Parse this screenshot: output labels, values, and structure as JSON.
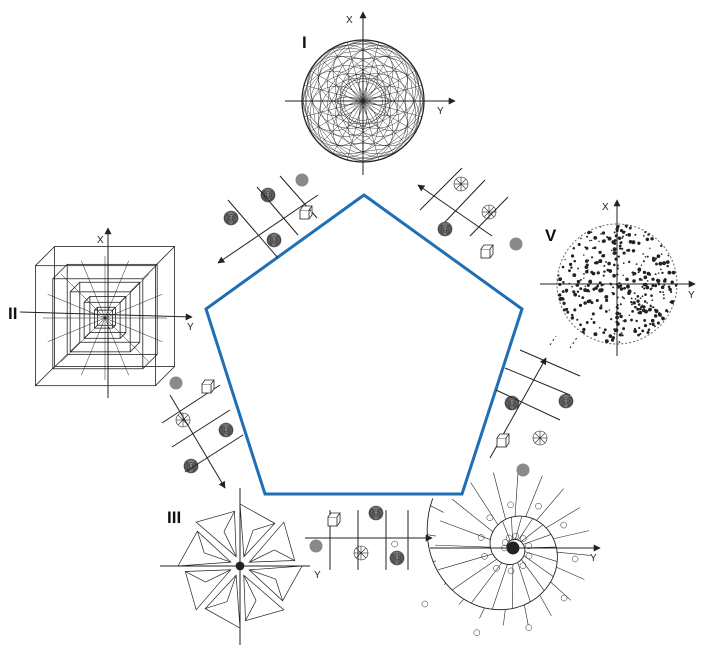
{
  "stages": {
    "I": {
      "label": "I",
      "x_axis": "X",
      "y_axis": "Y"
    },
    "II": {
      "label": "II",
      "x_axis": "X",
      "y_axis": "Y"
    },
    "III": {
      "label": "III",
      "y_axis": "Y"
    },
    "IV": {
      "y_axis": "Y"
    },
    "V": {
      "label": "V",
      "x_axis": "X",
      "y_axis": "Y"
    }
  },
  "colors": {
    "pentagon": "#1f6fb5",
    "line": "#222222",
    "dot": "#8a8a8a"
  },
  "icons": [
    "sphere-icon",
    "cube-icon",
    "spiral-disc-icon",
    "radial-disc-icon",
    "dotted-disc-icon"
  ]
}
